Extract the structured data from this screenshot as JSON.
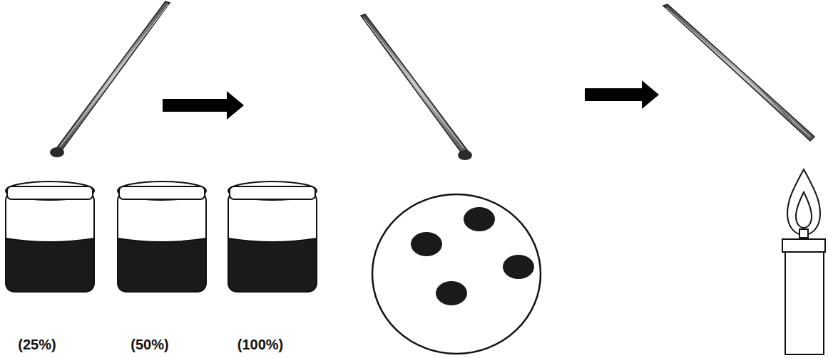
{
  "diagram": {
    "labels": [
      "(25%)",
      "(50%)",
      "(100%)"
    ]
  }
}
